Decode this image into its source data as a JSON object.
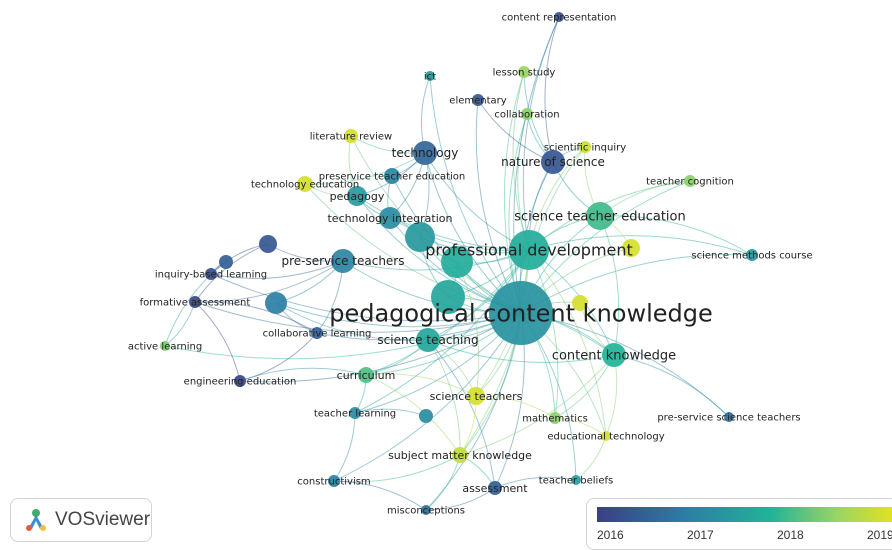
{
  "network": {
    "edge_color_scale": [
      "#3b4b8c",
      "#2f8fa0",
      "#3fbf7f",
      "#d9e021"
    ],
    "nodes": [
      {
        "id": "pck",
        "label": "pedagogical content knowledge",
        "year": 2017.1,
        "size": 32,
        "font": 24
      },
      {
        "id": "pd",
        "label": "professional development",
        "year": 2017.5,
        "size": 20,
        "font": 16
      },
      {
        "id": "ste",
        "label": "science teacher education",
        "year": 2017.8,
        "size": 14,
        "font": 13
      },
      {
        "id": "ck",
        "label": "content knowledge",
        "year": 2017.6,
        "size": 12,
        "font": 13
      },
      {
        "id": "st",
        "label": "science teaching",
        "year": 2017.4,
        "size": 12,
        "font": 12
      },
      {
        "id": "nos",
        "label": "nature of science",
        "year": 2016.3,
        "size": 12,
        "font": 12
      },
      {
        "id": "tech",
        "label": "technology",
        "year": 2016.5,
        "size": 12,
        "font": 12
      },
      {
        "id": "pst",
        "label": "pre-service teachers",
        "year": 2016.9,
        "size": 12,
        "font": 12
      },
      {
        "id": "ti",
        "label": "technology integration",
        "year": 2017.0,
        "size": 11,
        "font": 11
      },
      {
        "id": "ped",
        "label": "pedagogy",
        "year": 2017.2,
        "size": 10,
        "font": 11
      },
      {
        "id": "pte",
        "label": "preservice teacher education",
        "year": 2016.9,
        "size": 8,
        "font": 10
      },
      {
        "id": "tedu",
        "label": "technology education",
        "year": 2019.0,
        "size": 8,
        "font": 10
      },
      {
        "id": "lr",
        "label": "literature review",
        "year": 2019.0,
        "size": 7,
        "font": 10
      },
      {
        "id": "ict",
        "label": "ict",
        "year": 2017.2,
        "size": 5,
        "font": 10
      },
      {
        "id": "ls",
        "label": "lesson study",
        "year": 2018.4,
        "size": 6,
        "font": 10
      },
      {
        "id": "el",
        "label": "elementary",
        "year": 2016.3,
        "size": 6,
        "font": 10
      },
      {
        "id": "col",
        "label": "collaboration",
        "year": 2018.3,
        "size": 6,
        "font": 10
      },
      {
        "id": "si",
        "label": "scientific inquiry",
        "year": 2018.9,
        "size": 6,
        "font": 10
      },
      {
        "id": "cr",
        "label": "content representation",
        "year": 2016.2,
        "size": 5,
        "font": 10
      },
      {
        "id": "tc",
        "label": "teacher cognition",
        "year": 2018.3,
        "size": 6,
        "font": 10
      },
      {
        "id": "smc",
        "label": "science methods course",
        "year": 2017.2,
        "size": 6,
        "font": 10
      },
      {
        "id": "ibl",
        "label": "inquiry-based learning",
        "year": 2016.2,
        "size": 6,
        "font": 10
      },
      {
        "id": "fa",
        "label": "formative assessment",
        "year": 2016.1,
        "size": 6,
        "font": 10
      },
      {
        "id": "al",
        "label": "active learning",
        "year": 2018.2,
        "size": 5,
        "font": 10
      },
      {
        "id": "cl",
        "label": "collaborative learning",
        "year": 2016.4,
        "size": 6,
        "font": 10
      },
      {
        "id": "ee",
        "label": "engineering education",
        "year": 2016.1,
        "size": 6,
        "font": 10
      },
      {
        "id": "cur",
        "label": "curriculum",
        "year": 2017.9,
        "size": 8,
        "font": 11
      },
      {
        "id": "stea",
        "label": "science teachers",
        "year": 2019.0,
        "size": 9,
        "font": 11
      },
      {
        "id": "tl",
        "label": "teacher learning",
        "year": 2017.0,
        "size": 6,
        "font": 10
      },
      {
        "id": "math",
        "label": "mathematics",
        "year": 2018.3,
        "size": 6,
        "font": 10
      },
      {
        "id": "et",
        "label": "educational technology",
        "year": 2019.0,
        "size": 5,
        "font": 10
      },
      {
        "id": "pss",
        "label": "pre-service science teachers",
        "year": 2016.6,
        "size": 5,
        "font": 10
      },
      {
        "id": "smk",
        "label": "subject matter knowledge",
        "year": 2018.8,
        "size": 8,
        "font": 11
      },
      {
        "id": "tb",
        "label": "teacher beliefs",
        "year": 2017.3,
        "size": 5,
        "font": 10
      },
      {
        "id": "con",
        "label": "constructivism",
        "year": 2016.8,
        "size": 6,
        "font": 10
      },
      {
        "id": "asm",
        "label": "assessment",
        "year": 2016.4,
        "size": 7,
        "font": 11
      },
      {
        "id": "mis",
        "label": "misconceptions",
        "year": 2016.6,
        "size": 5,
        "font": 10
      },
      {
        "id": "u1",
        "label": "",
        "year": 2017.5,
        "size": 16,
        "font": 0
      },
      {
        "id": "u2",
        "label": "",
        "year": 2017.4,
        "size": 17,
        "font": 0
      },
      {
        "id": "u3",
        "label": "",
        "year": 2017.2,
        "size": 15,
        "font": 0
      },
      {
        "id": "u4",
        "label": "",
        "year": 2016.8,
        "size": 11,
        "font": 0
      },
      {
        "id": "u5",
        "label": "",
        "year": 2019.0,
        "size": 9,
        "font": 0
      },
      {
        "id": "u6",
        "label": "",
        "year": 2019.0,
        "size": 8,
        "font": 0
      },
      {
        "id": "u7",
        "label": "",
        "year": 2016.3,
        "size": 9,
        "font": 0
      },
      {
        "id": "u8",
        "label": "",
        "year": 2016.4,
        "size": 7,
        "font": 0
      },
      {
        "id": "u9",
        "label": "",
        "year": 2017.0,
        "size": 7,
        "font": 0
      }
    ],
    "edges": [
      [
        "pck",
        "pd"
      ],
      [
        "pck",
        "ste"
      ],
      [
        "pck",
        "ck"
      ],
      [
        "pck",
        "st"
      ],
      [
        "pck",
        "nos"
      ],
      [
        "pck",
        "tech"
      ],
      [
        "pck",
        "pst"
      ],
      [
        "pck",
        "ti"
      ],
      [
        "pck",
        "ped"
      ],
      [
        "pck",
        "pte"
      ],
      [
        "pck",
        "tedu"
      ],
      [
        "pck",
        "lr"
      ],
      [
        "pck",
        "ict"
      ],
      [
        "pck",
        "ls"
      ],
      [
        "pck",
        "el"
      ],
      [
        "pck",
        "col"
      ],
      [
        "pck",
        "si"
      ],
      [
        "pck",
        "cr"
      ],
      [
        "pck",
        "tc"
      ],
      [
        "pck",
        "smc"
      ],
      [
        "pck",
        "ibl"
      ],
      [
        "pck",
        "fa"
      ],
      [
        "pck",
        "al"
      ],
      [
        "pck",
        "cl"
      ],
      [
        "pck",
        "ee"
      ],
      [
        "pck",
        "cur"
      ],
      [
        "pck",
        "stea"
      ],
      [
        "pck",
        "tl"
      ],
      [
        "pck",
        "math"
      ],
      [
        "pck",
        "et"
      ],
      [
        "pck",
        "pss"
      ],
      [
        "pck",
        "smk"
      ],
      [
        "pck",
        "tb"
      ],
      [
        "pck",
        "con"
      ],
      [
        "pck",
        "asm"
      ],
      [
        "pck",
        "mis"
      ],
      [
        "pck",
        "u1"
      ],
      [
        "pck",
        "u2"
      ],
      [
        "pck",
        "u3"
      ],
      [
        "pck",
        "u4"
      ],
      [
        "pck",
        "u5"
      ],
      [
        "pck",
        "u6"
      ],
      [
        "pd",
        "ste"
      ],
      [
        "pd",
        "ck"
      ],
      [
        "pd",
        "st"
      ],
      [
        "pd",
        "nos"
      ],
      [
        "pd",
        "tech"
      ],
      [
        "pd",
        "pst"
      ],
      [
        "pd",
        "ti"
      ],
      [
        "pd",
        "ped"
      ],
      [
        "pd",
        "ls"
      ],
      [
        "pd",
        "col"
      ],
      [
        "pd",
        "si"
      ],
      [
        "pd",
        "tc"
      ],
      [
        "pd",
        "smc"
      ],
      [
        "pd",
        "cur"
      ],
      [
        "pd",
        "stea"
      ],
      [
        "pd",
        "tl"
      ],
      [
        "pd",
        "smk"
      ],
      [
        "pd",
        "u1"
      ],
      [
        "pd",
        "u2"
      ],
      [
        "pd",
        "u3"
      ],
      [
        "pd",
        "cr"
      ],
      [
        "pd",
        "math"
      ],
      [
        "pd",
        "et"
      ],
      [
        "ste",
        "nos"
      ],
      [
        "ste",
        "si"
      ],
      [
        "ste",
        "tc"
      ],
      [
        "ste",
        "smc"
      ],
      [
        "ste",
        "ck"
      ],
      [
        "ste",
        "u5"
      ],
      [
        "ck",
        "st"
      ],
      [
        "ck",
        "pss"
      ],
      [
        "ck",
        "math"
      ],
      [
        "ck",
        "et"
      ],
      [
        "ck",
        "u6"
      ],
      [
        "ck",
        "smk"
      ],
      [
        "st",
        "cur"
      ],
      [
        "st",
        "stea"
      ],
      [
        "st",
        "smk"
      ],
      [
        "st",
        "asm"
      ],
      [
        "st",
        "u4"
      ],
      [
        "nos",
        "si"
      ],
      [
        "nos",
        "ls"
      ],
      [
        "nos",
        "el"
      ],
      [
        "nos",
        "col"
      ],
      [
        "nos",
        "cr"
      ],
      [
        "tech",
        "ti"
      ],
      [
        "tech",
        "ped"
      ],
      [
        "tech",
        "pte"
      ],
      [
        "tech",
        "tedu"
      ],
      [
        "tech",
        "lr"
      ],
      [
        "tech",
        "ict"
      ],
      [
        "tech",
        "u3"
      ],
      [
        "ti",
        "ped"
      ],
      [
        "ti",
        "pte"
      ],
      [
        "ti",
        "u3"
      ],
      [
        "ped",
        "tedu"
      ],
      [
        "ped",
        "lr"
      ],
      [
        "pst",
        "ibl"
      ],
      [
        "pst",
        "fa"
      ],
      [
        "pst",
        "u7"
      ],
      [
        "pst",
        "cl"
      ],
      [
        "pst",
        "u4"
      ],
      [
        "fa",
        "al"
      ],
      [
        "fa",
        "cl"
      ],
      [
        "fa",
        "ee"
      ],
      [
        "fa",
        "u7"
      ],
      [
        "ibl",
        "u7"
      ],
      [
        "ibl",
        "u8"
      ],
      [
        "cl",
        "ee"
      ],
      [
        "cl",
        "u4"
      ],
      [
        "ee",
        "cur"
      ],
      [
        "al",
        "u8"
      ],
      [
        "cur",
        "tl"
      ],
      [
        "cur",
        "stea"
      ],
      [
        "cur",
        "smk"
      ],
      [
        "tl",
        "con"
      ],
      [
        "tl",
        "u9"
      ],
      [
        "stea",
        "math"
      ],
      [
        "stea",
        "smk"
      ],
      [
        "math",
        "et"
      ],
      [
        "et",
        "tb"
      ],
      [
        "smk",
        "asm"
      ],
      [
        "smk",
        "con"
      ],
      [
        "smk",
        "mis"
      ],
      [
        "asm",
        "mis"
      ],
      [
        "asm",
        "tb"
      ],
      [
        "con",
        "mis"
      ],
      [
        "u1",
        "u2"
      ],
      [
        "u2",
        "u3"
      ],
      [
        "u1",
        "u3"
      ],
      [
        "u2",
        "ck"
      ],
      [
        "u1",
        "stea"
      ]
    ]
  },
  "logo": {
    "text": "VOSviewer",
    "icon": "vosviewer-logo-icon"
  },
  "scale": {
    "years": [
      "2016",
      "2017",
      "2018",
      "2019"
    ],
    "gradient": [
      "#3b3f85",
      "#2c7fa4",
      "#22b398",
      "#9ad464",
      "#e8e21b"
    ]
  }
}
